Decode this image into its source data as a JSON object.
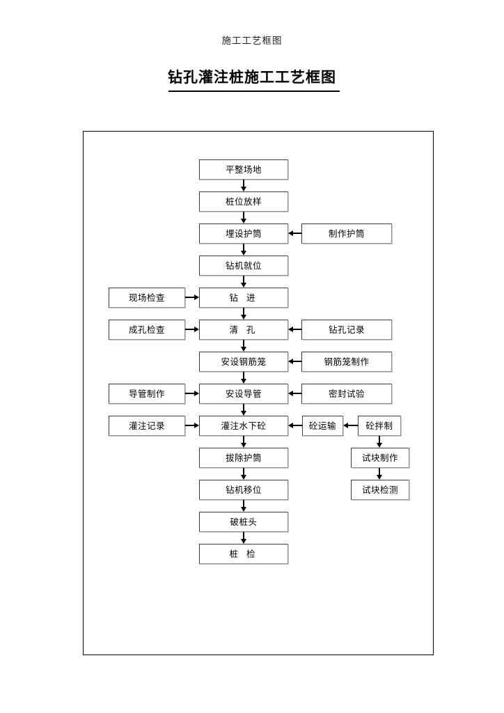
{
  "header": {
    "small_title": "施工工艺框图",
    "main_title": "钻孔灌注桩施工工艺框图"
  },
  "flowchart": {
    "main_column": [
      {
        "id": "level-ground",
        "label": "平整场地"
      },
      {
        "id": "pile-setting-out",
        "label": "桩位放样"
      },
      {
        "id": "embed-casing",
        "label": "埋设护筒"
      },
      {
        "id": "drill-in-position",
        "label": "钻机就位"
      },
      {
        "id": "drilling",
        "label": "钻  进"
      },
      {
        "id": "hole-cleaning",
        "label": "清  孔"
      },
      {
        "id": "install-rebar-cage",
        "label": "安设钢筋笼"
      },
      {
        "id": "install-tremie",
        "label": "安设导管"
      },
      {
        "id": "pour-underwater",
        "label": "灌注水下砼"
      },
      {
        "id": "remove-casing",
        "label": "拔除护筒"
      },
      {
        "id": "move-drill",
        "label": "钻机移位"
      },
      {
        "id": "break-pile-head",
        "label": "破桩头"
      },
      {
        "id": "pile-inspection",
        "label": "桩  检"
      }
    ],
    "left_column": [
      {
        "id": "site-inspection",
        "label": "现场检查",
        "target": "drilling"
      },
      {
        "id": "hole-inspection",
        "label": "成孔检查",
        "target": "hole-cleaning"
      },
      {
        "id": "tremie-fab",
        "label": "导管制作",
        "target": "install-tremie"
      },
      {
        "id": "pour-record",
        "label": "灌注记录",
        "target": "pour-underwater"
      }
    ],
    "right_column": [
      {
        "id": "casing-fab",
        "label": "制作护筒",
        "target": "embed-casing"
      },
      {
        "id": "drill-record",
        "label": "钻孔记录",
        "target": "hole-cleaning"
      },
      {
        "id": "rebar-cage-fab",
        "label": "钢筋笼制作",
        "target": "install-rebar-cage"
      },
      {
        "id": "seal-test",
        "label": "密封试验",
        "target": "install-tremie"
      }
    ],
    "concrete_branch": [
      {
        "id": "concrete-transport",
        "label": "砼运输"
      },
      {
        "id": "concrete-mixing",
        "label": "砼拌制"
      },
      {
        "id": "specimen-making",
        "label": "试块制作"
      },
      {
        "id": "specimen-testing",
        "label": "试块检测"
      }
    ]
  }
}
